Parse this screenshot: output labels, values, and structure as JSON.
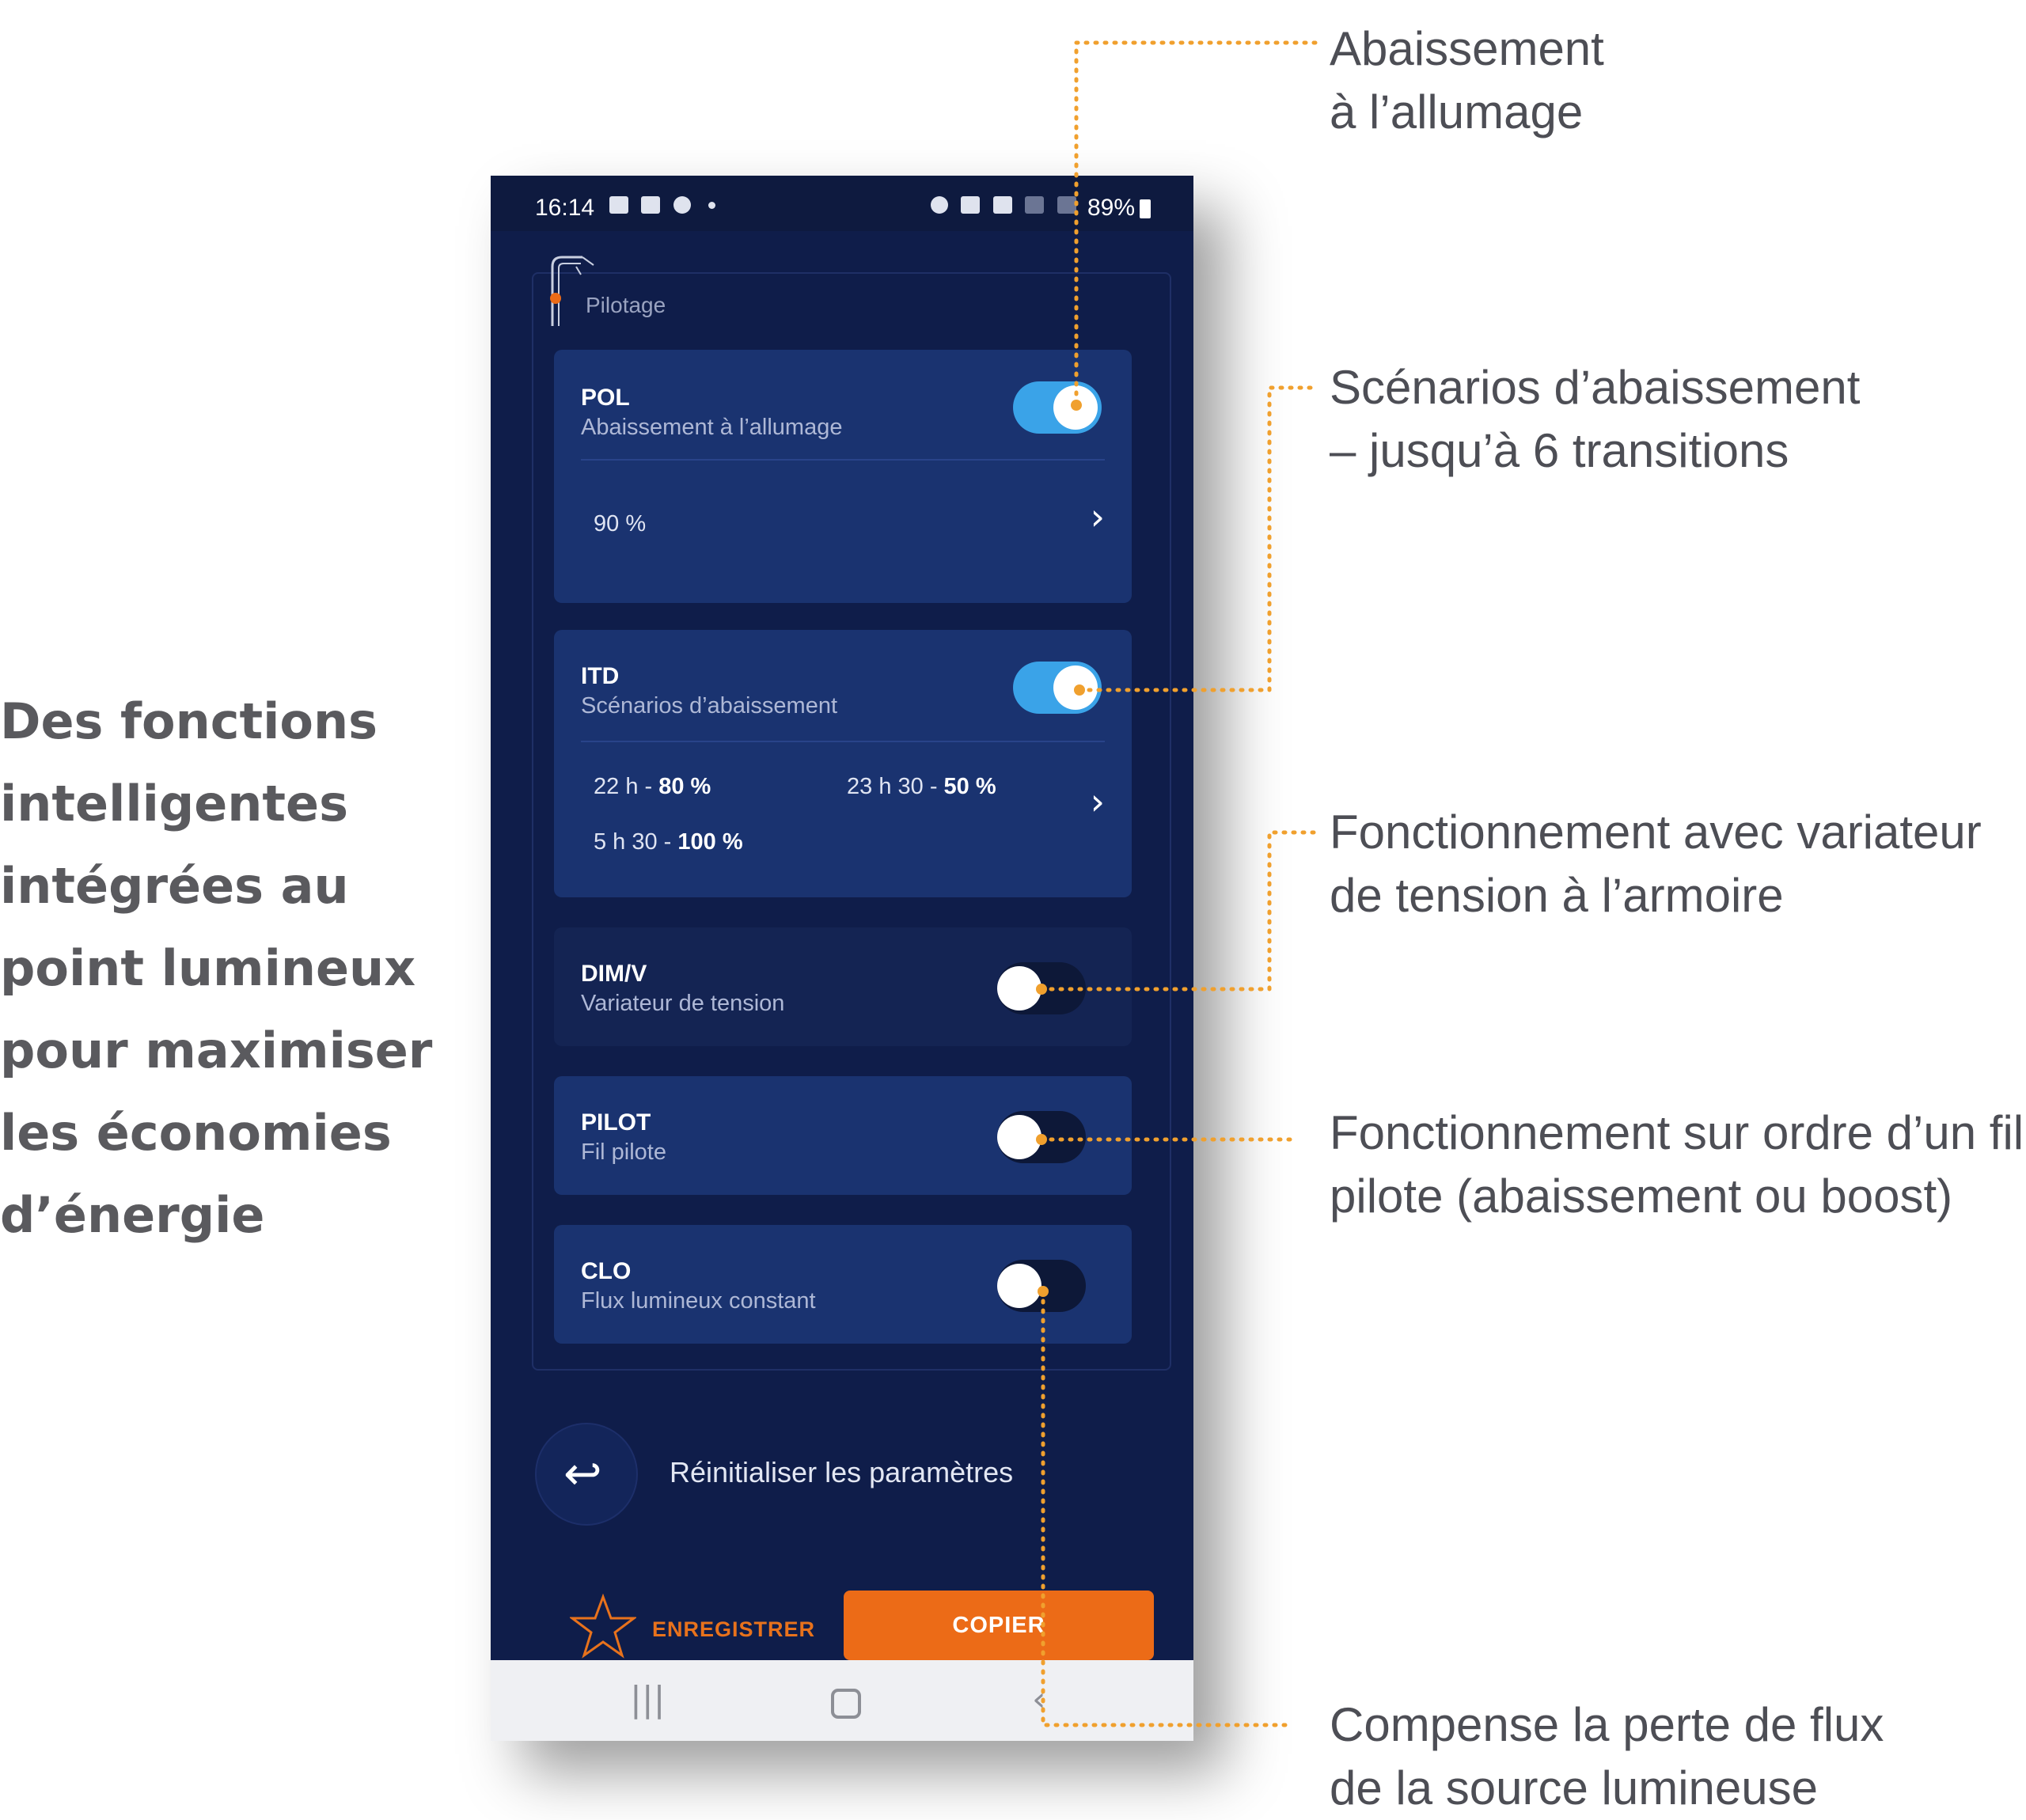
{
  "headline": {
    "lines": [
      "Des fonctions",
      "intelligentes",
      "intégrées au",
      "point lumineux",
      "pour maximiser",
      "les économies",
      "d’énergie"
    ]
  },
  "status_bar": {
    "time": "16:14",
    "battery": "89%",
    "icons_left": [
      "gallery-icon",
      "notification-icon",
      "teams-icon",
      "dot-icon"
    ],
    "icons_right": [
      "alarm-icon",
      "bluetooth-icon",
      "mute-icon",
      "wifi-icon",
      "signal-icon",
      "battery-icon"
    ]
  },
  "screen": {
    "title": "Pilotage",
    "cards": [
      {
        "code": "POL",
        "desc": "Abaissement à l’allumage",
        "enabled": true,
        "value": "90 %"
      },
      {
        "code": "ITD",
        "desc": "Scénarios d’abaissement",
        "enabled": true,
        "slots": [
          {
            "time": "22 h  - ",
            "level": "80 %"
          },
          {
            "time": "23 h 30 - ",
            "level": "50 %"
          },
          {
            "time": "5 h 30 - ",
            "level": "100 %"
          }
        ]
      },
      {
        "code": "DIM/V",
        "desc": "Variateur de tension",
        "enabled": false
      },
      {
        "code": "PILOT",
        "desc": "Fil pilote",
        "enabled": false
      },
      {
        "code": "CLO",
        "desc": "Flux lumineux constant",
        "enabled": false
      }
    ],
    "reset_label": "Réinitialiser les paramètres",
    "save_label": "ENREGISTRER",
    "copy_label": "COPIER"
  },
  "colors": {
    "screen_bg": "#0f1d4a",
    "card_bg": "#1a3370",
    "toggle_on": "#3aa3e8",
    "accent_orange": "#ec6b17",
    "leader_orange": "#f0a02e"
  },
  "annotations": [
    {
      "line1": "Abaissement",
      "line2": "à l’allumage"
    },
    {
      "line1": "Scénarios d’abaissement",
      "line2": "– jusqu’à 6 transitions"
    },
    {
      "line1": "Fonctionnement avec variateur",
      "line2": "de tension à l’armoire"
    },
    {
      "line1": "Fonctionnement sur ordre d’un fil",
      "line2": "pilote (abaissement ou boost)"
    },
    {
      "line1": "Compense la perte de flux",
      "line2": "de la source lumineuse"
    }
  ]
}
